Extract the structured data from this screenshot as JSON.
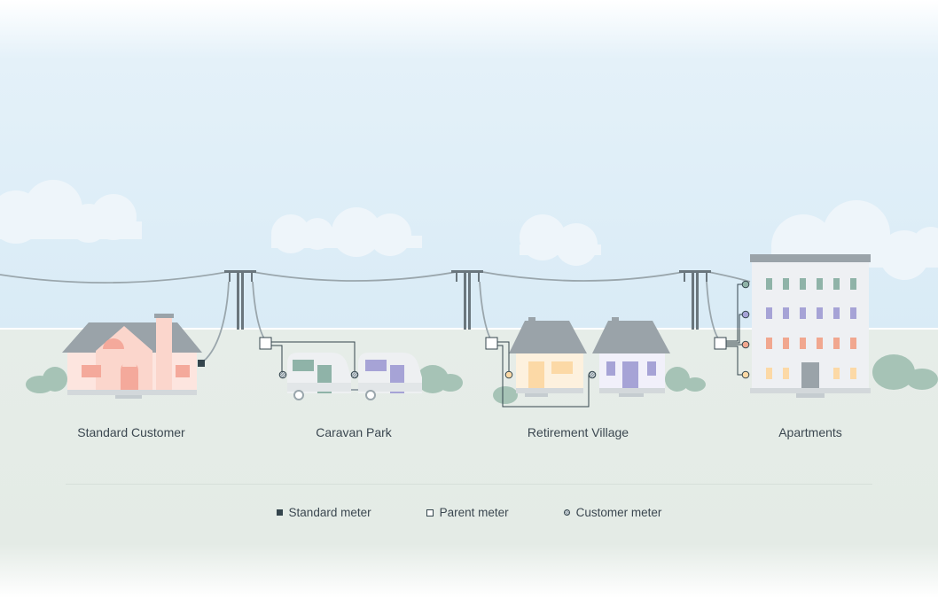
{
  "labels": {
    "standard_customer": "Standard Customer",
    "caravan_park": "Caravan Park",
    "retirement_village": "Retirement Village",
    "apartments": "Apartments"
  },
  "legend": {
    "standard": "Standard meter",
    "parent": "Parent meter",
    "customer": "Customer meter"
  },
  "colors": {
    "sky": "#dcebf5",
    "ground": "#e6ede8",
    "roof": "#9aa3a9",
    "wire": "#9aa6ac",
    "pole": "#5f6b72",
    "meter": "#34454d",
    "shrub": "#a9c4b8",
    "salmon": "#f4a99b",
    "peach": "#fde0da",
    "yellow": "#fcd9a6",
    "purple": "#a6a3d6",
    "teal": "#8fb3a8",
    "orange": "#f1a78f"
  }
}
